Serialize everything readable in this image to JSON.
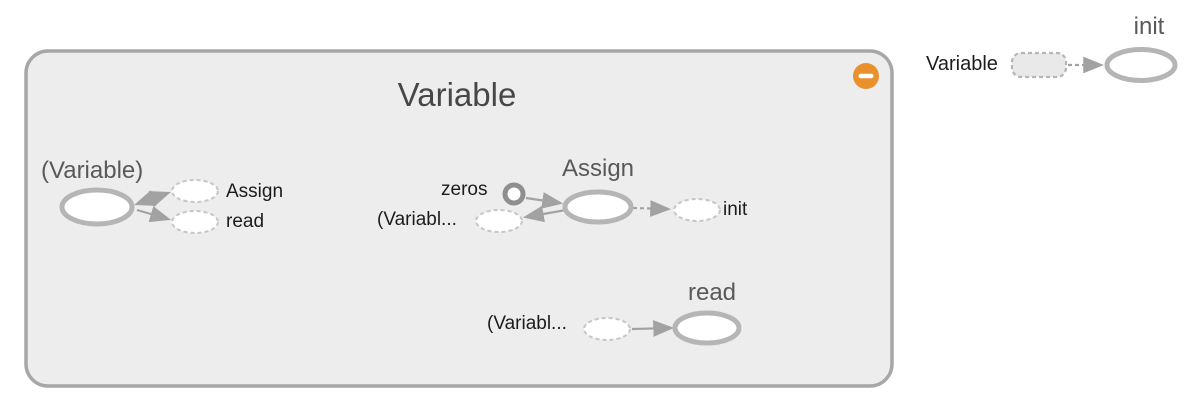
{
  "graph": {
    "group": {
      "title": "Variable",
      "collapse_button": "minus"
    },
    "variable_cluster": {
      "title": "(Variable)",
      "annotation_assign": "Assign",
      "annotation_read": "read"
    },
    "assign_cluster": {
      "title": "Assign",
      "input_zeros": "zeros",
      "input_variable": "(Variabl...",
      "output_init": "init"
    },
    "read_cluster": {
      "title": "read",
      "input_variable": "(Variabl..."
    },
    "init_cluster": {
      "title": "init",
      "input_variable": "Variable"
    },
    "colors": {
      "group_fill": "#ededed",
      "group_border": "#a7a7a7",
      "op_node_stroke": "#b5b5b5",
      "annotation_stroke": "#c6c6c6",
      "constant_stroke": "#8f8f8f",
      "edge": "#a2a2a2",
      "collapse_button": "#e8912d",
      "title_text": "#595959",
      "label_text": "#1c1c1c"
    }
  }
}
